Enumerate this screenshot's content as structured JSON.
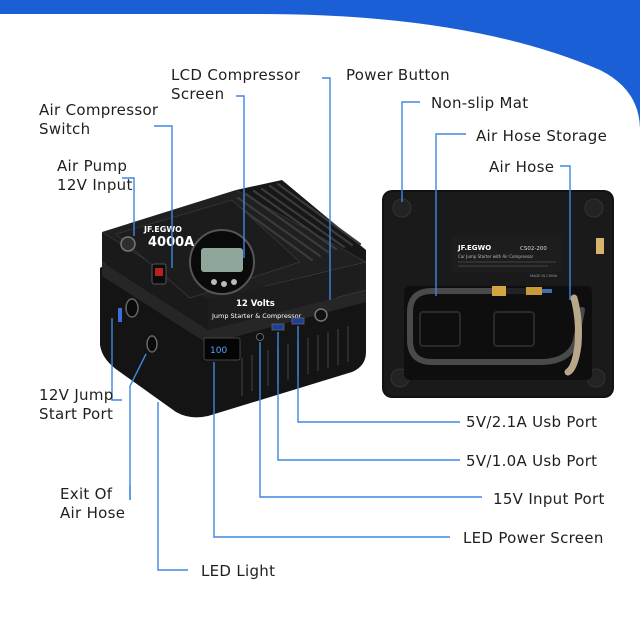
{
  "product": {
    "brand": "JF.EGWO",
    "rating": "4000A",
    "volts": "12 Volts",
    "subtitle": "Jump Starter & Compressor",
    "led_reading": "100",
    "bottom_brand": "JF.EGWO",
    "bottom_model": "CS02-200",
    "bottom_line": "Car Jump Starter with Air Compressor",
    "made_in": "MADE IN CHINA"
  },
  "callouts": [
    {
      "id": "lcd-compressor-screen",
      "lines": [
        "LCD Compressor",
        "Screen"
      ]
    },
    {
      "id": "power-button",
      "lines": [
        "Power Button"
      ]
    },
    {
      "id": "air-compressor-switch",
      "lines": [
        "Air Compressor",
        "Switch"
      ]
    },
    {
      "id": "non-slip-mat",
      "lines": [
        "Non-slip Mat"
      ]
    },
    {
      "id": "air-hose-storage",
      "lines": [
        "Air Hose Storage"
      ]
    },
    {
      "id": "air-pump-input",
      "lines": [
        "Air Pump",
        "12V Input"
      ]
    },
    {
      "id": "air-hose",
      "lines": [
        "Air Hose"
      ]
    },
    {
      "id": "jump-start-port",
      "lines": [
        "12V Jump",
        "Start Port"
      ]
    },
    {
      "id": "usb-21-port",
      "lines": [
        "5V/2.1A Usb Port"
      ]
    },
    {
      "id": "usb-10-port",
      "lines": [
        "5V/1.0A Usb Port"
      ]
    },
    {
      "id": "exit-of-air-hose",
      "lines": [
        "Exit Of",
        "Air Hose"
      ]
    },
    {
      "id": "input-15v-port",
      "lines": [
        "15V Input Port"
      ]
    },
    {
      "id": "led-power-screen",
      "lines": [
        "LED Power Screen"
      ]
    },
    {
      "id": "led-light",
      "lines": [
        "LED Light"
      ]
    }
  ],
  "colors": {
    "frame": "#1b5fd6",
    "card": "#ffffff",
    "leader": "#3f86e0",
    "text": "#1f1f1f",
    "device": "#161616"
  }
}
